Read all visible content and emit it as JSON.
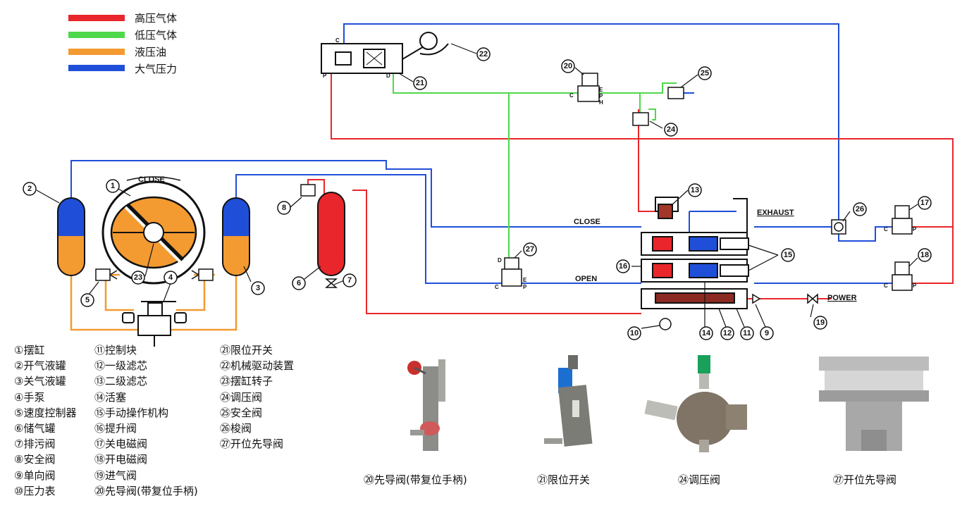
{
  "legend": [
    {
      "label": "高压气体",
      "color": "#e8262b"
    },
    {
      "label": "低压气体",
      "color": "#4ed84b"
    },
    {
      "label": "液压油",
      "color": "#f39a31"
    },
    {
      "label": "大气压力",
      "color": "#1f4fd9"
    }
  ],
  "diagram_labels": {
    "close_top": "CLOSE",
    "close_line": "CLOSE",
    "open_line": "OPEN",
    "exhaust": "EXHAUST",
    "power": "POWER",
    "port_c": "C",
    "port_p": "P",
    "port_d": "D",
    "port_e": "E",
    "port_h": "H"
  },
  "callouts": [
    "1",
    "2",
    "3",
    "4",
    "5",
    "6",
    "7",
    "8",
    "9",
    "10",
    "11",
    "12",
    "13",
    "14",
    "15",
    "16",
    "17",
    "18",
    "19",
    "20",
    "21",
    "22",
    "23",
    "24",
    "25",
    "26",
    "27"
  ],
  "parts_col1": [
    "①摆缸",
    "②开气液罐",
    "③关气液罐",
    "④手泵",
    "⑤速度控制器",
    "⑥储气罐",
    "⑦排污阀",
    "⑧安全阀",
    "⑨单向阀",
    "⑩压力表"
  ],
  "parts_col2": [
    "⑪控制块",
    "⑫一级滤芯",
    "⑬二级滤芯",
    "⑭活塞",
    "⑮手动操作机构",
    "⑯提升阀",
    "⑰关电磁阀",
    "⑱开电磁阀",
    "⑲进气阀",
    "⑳先导阀(带复位手柄)"
  ],
  "parts_col3": [
    "㉑限位开关",
    "㉒机械驱动装置",
    "㉓摆缸转子",
    "㉔调压阀",
    "㉕安全阀",
    "㉖梭阀",
    "㉗开位先导阀"
  ],
  "photo_captions": [
    "⑳先导阀(带复位手柄)",
    "㉑限位开关",
    "㉔调压阀",
    "㉗开位先导阀"
  ]
}
